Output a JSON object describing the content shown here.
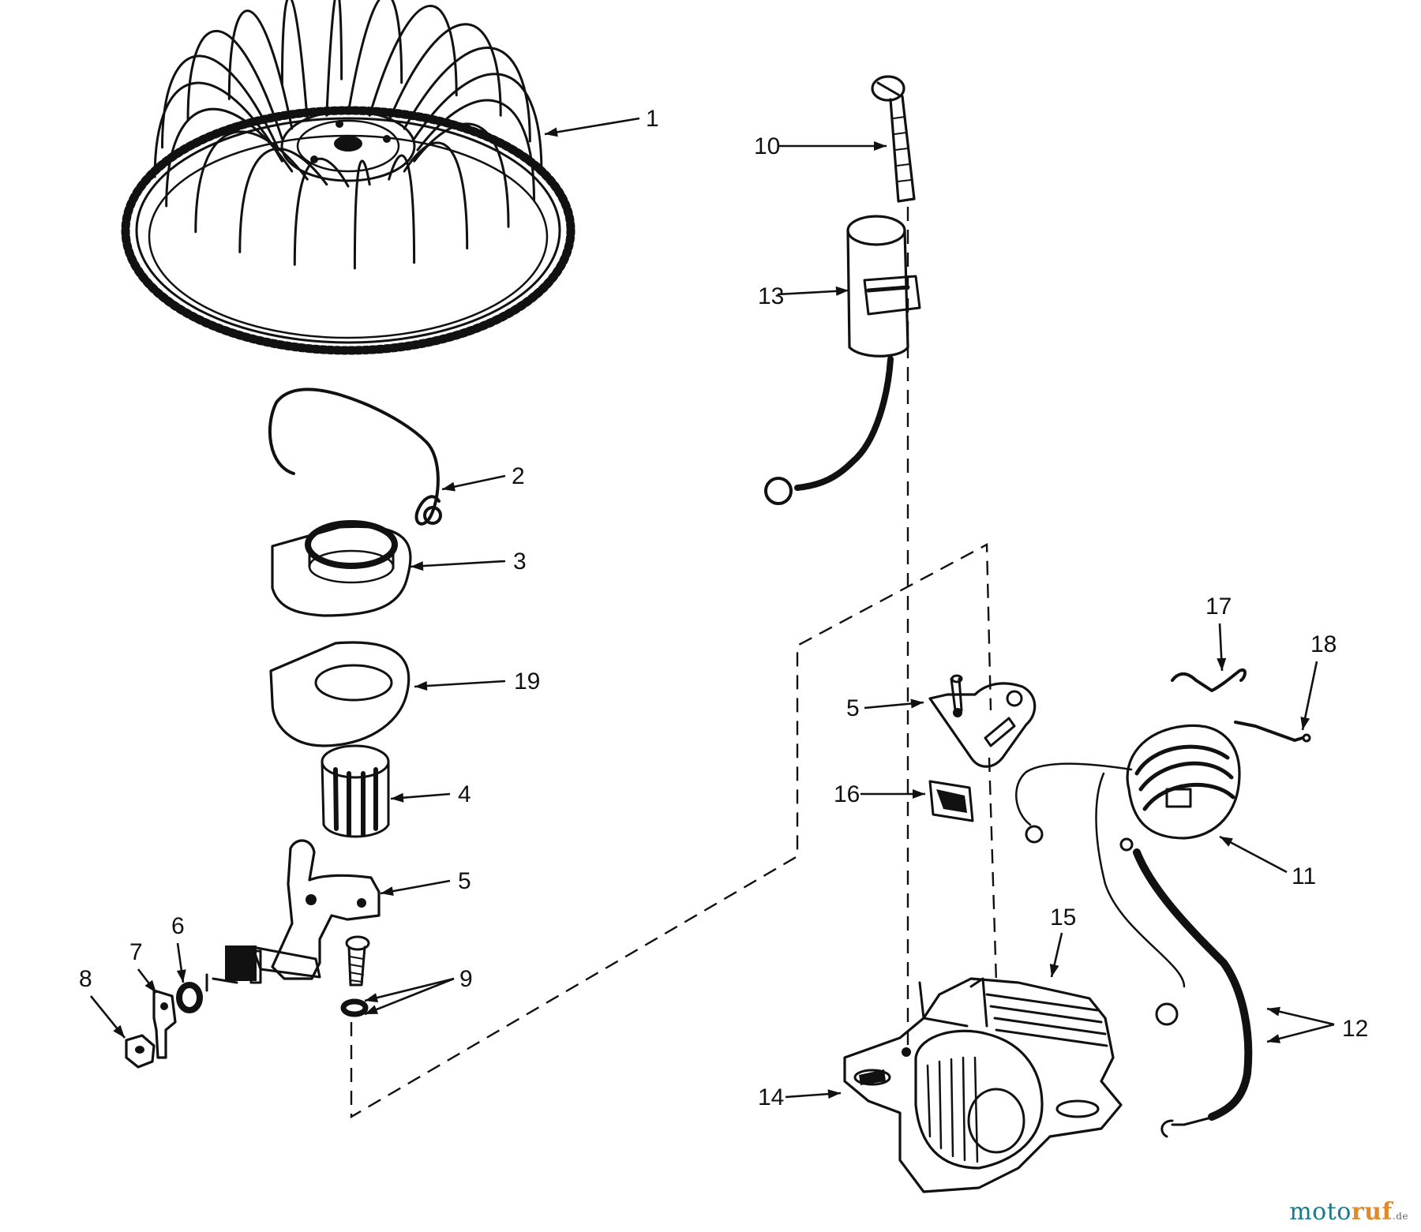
{
  "callouts": [
    {
      "id": "1",
      "text": "1"
    },
    {
      "id": "2",
      "text": "2"
    },
    {
      "id": "3",
      "text": "3"
    },
    {
      "id": "19",
      "text": "19"
    },
    {
      "id": "4",
      "text": "4"
    },
    {
      "id": "5a",
      "text": "5"
    },
    {
      "id": "6",
      "text": "6"
    },
    {
      "id": "7",
      "text": "7"
    },
    {
      "id": "8",
      "text": "8"
    },
    {
      "id": "9",
      "text": "9"
    },
    {
      "id": "10",
      "text": "10"
    },
    {
      "id": "13",
      "text": "13"
    },
    {
      "id": "5b",
      "text": "5"
    },
    {
      "id": "16",
      "text": "16"
    },
    {
      "id": "17",
      "text": "17"
    },
    {
      "id": "18",
      "text": "18"
    },
    {
      "id": "11",
      "text": "11"
    },
    {
      "id": "12",
      "text": "12"
    },
    {
      "id": "15",
      "text": "15"
    },
    {
      "id": "14",
      "text": "14"
    }
  ],
  "watermark": {
    "part1": "moto",
    "part2": "ruf",
    "part3": ".de",
    "colors": {
      "part1": "#1a7a8c",
      "part2": "#e08a2c"
    }
  }
}
